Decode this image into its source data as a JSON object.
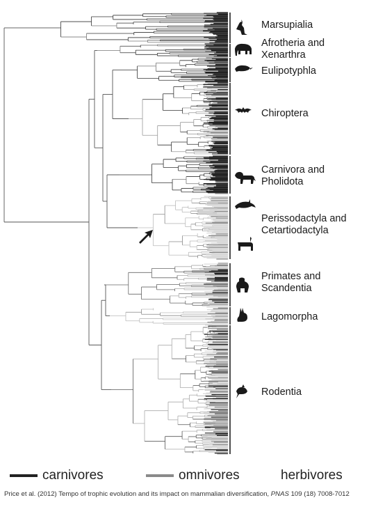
{
  "clades": [
    {
      "id": "marsupialia",
      "label": "Marsupialia",
      "icon": "kangaroo-icon"
    },
    {
      "id": "afrotheria",
      "label": "Afrotheria and\nXenarthra",
      "icon": "elephant-icon"
    },
    {
      "id": "eulipotyphla",
      "label": "Eulipotyphla",
      "icon": "shrew-icon"
    },
    {
      "id": "chiroptera",
      "label": "Chiroptera",
      "icon": "bat-icon"
    },
    {
      "id": "carnivora",
      "label": "Carnivora and\nPholidota",
      "icon": "lion-icon"
    },
    {
      "id": "perissodactyla",
      "label": "Perissodactyla and\nCetartiodactyla",
      "icon": "dolphin-icon"
    },
    {
      "id": "primates",
      "label": "Primates and\nScandentia",
      "icon": "gorilla-icon"
    },
    {
      "id": "lagomorpha",
      "label": "Lagomorpha",
      "icon": "rabbit-icon"
    },
    {
      "id": "rodentia",
      "label": "Rodentia",
      "icon": "mouse-icon"
    }
  ],
  "extra_icons": [
    "reindeer-icon",
    "arrow-icon"
  ],
  "legend": [
    {
      "label": "carnivores",
      "color": "#222222"
    },
    {
      "label": "omnivores",
      "color": "#8a8a8a"
    },
    {
      "label": "herbivores",
      "color": "#d8d8d8"
    }
  ],
  "citation": {
    "prefix": "Price et al. (2012) Tempo of trophic evolution and its impact on mammalian diversification, ",
    "journal": "PNAS",
    "suffix": " 109 (18) 7008-7012"
  },
  "colors": {
    "carnivore": "#222222",
    "omnivore": "#8a8a8a",
    "herbivore": "#d8d8d8",
    "branch": "#555555"
  }
}
